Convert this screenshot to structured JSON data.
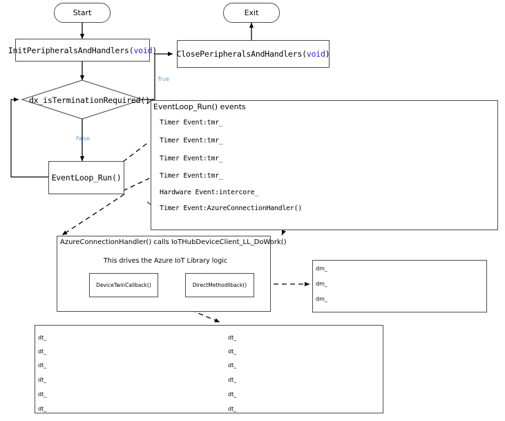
{
  "diagram": {
    "title": "Azure Sphere application event loop flow",
    "colors": {
      "stroke": "#4b4b52",
      "keyword": "#2222cc",
      "edge_label": "#5b9bd5",
      "background": "#ffffff"
    }
  },
  "nodes": {
    "start": {
      "label": "Start"
    },
    "exit": {
      "label": "Exit"
    },
    "init": {
      "text": "InitPeripheralsAndHandlers(",
      "keyword": "void",
      "text_end": ")"
    },
    "close": {
      "text": "ClosePeripheralsAndHandlers(",
      "keyword": "void",
      "text_end": ")"
    },
    "decision": {
      "label": "dx_isTerminationRequired()"
    },
    "event_loop_run": {
      "label": "EventLoop_Run()"
    },
    "device_twin_callback": {
      "label": "DeviceTwinCallback()"
    },
    "direct_method_callback": {
      "label": "DirectMethodllback()"
    }
  },
  "edge_labels": {
    "true": "True",
    "false": "False"
  },
  "events_panel": {
    "title": "EventLoop_Run() events",
    "items": [
      "Timer Event:tmr_",
      "Timer Event:tmr_",
      "Timer Event:tmr_",
      "Timer Event:tmr_",
      "Hardware Event:intercore_",
      "Timer Event:AzureConnectionHandler()"
    ]
  },
  "azure_panel": {
    "title": "AzureConnectionHandler() calls IoTHubDeviceClient_LL_DoWork()",
    "subtitle": "This drives the Azure IoT Library logic"
  },
  "dm_panel": {
    "items": [
      "dm_",
      "dm_",
      "dm_"
    ]
  },
  "dt_panel": {
    "left_items": [
      "dt_",
      "dt_",
      "dt_",
      "dt_",
      "dt_",
      "dt_"
    ],
    "right_items": [
      "dt_",
      "dt_",
      "dt_",
      "dt_",
      "dt_",
      "dt_"
    ]
  }
}
